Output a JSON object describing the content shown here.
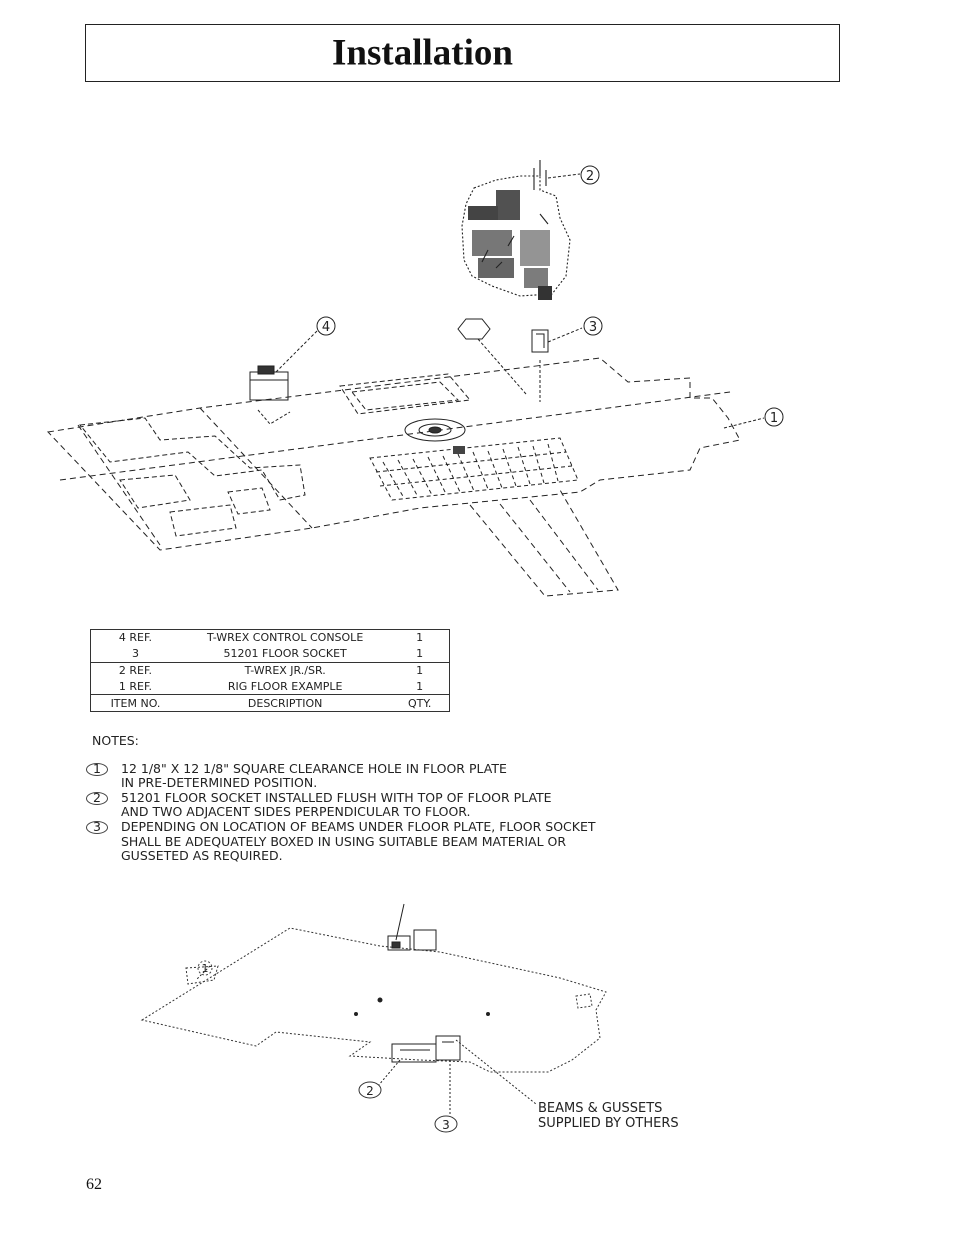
{
  "page": {
    "title": "Installation",
    "page_number": "62"
  },
  "top_drawing": {
    "balloons": [
      "2",
      "3",
      "4",
      "1"
    ]
  },
  "parts_list": {
    "rows": [
      {
        "item": "4 REF.",
        "description": "T-WREX CONTROL CONSOLE",
        "qty": "1"
      },
      {
        "item": "3",
        "description": "51201 FLOOR SOCKET",
        "qty": "1"
      },
      {
        "item": "2 REF.",
        "description": "T-WREX JR./SR.",
        "qty": "1"
      },
      {
        "item": "1 REF.",
        "description": "RIG FLOOR EXAMPLE",
        "qty": "1"
      }
    ],
    "header": {
      "item": "ITEM NO.",
      "description": "DESCRIPTION",
      "qty": "QTY."
    }
  },
  "notes": {
    "title": "NOTES:",
    "items": [
      {
        "num": "1",
        "line1": "12 1/8\" X 12 1/8\" SQUARE CLEARANCE HOLE IN FLOOR PLATE",
        "line2": "IN PRE-DETERMINED POSITION.",
        "line3": ""
      },
      {
        "num": "2",
        "line1": "51201 FLOOR SOCKET INSTALLED FLUSH WITH TOP OF FLOOR PLATE",
        "line2": "AND TWO ADJACENT SIDES PERPENDICULAR TO FLOOR.",
        "line3": ""
      },
      {
        "num": "3",
        "line1": "DEPENDING ON LOCATION OF BEAMS UNDER FLOOR PLATE, FLOOR SOCKET",
        "line2": "SHALL BE ADEQUATELY BOXED IN USING SUITABLE BEAM MATERIAL OR",
        "line3": "GUSSETED AS REQUIRED."
      }
    ]
  },
  "bottom_drawing": {
    "balloons": [
      "1",
      "2",
      "3"
    ],
    "callout_line1": "BEAMS & GUSSETS",
    "callout_line2": "SUPPLIED BY OTHERS"
  }
}
